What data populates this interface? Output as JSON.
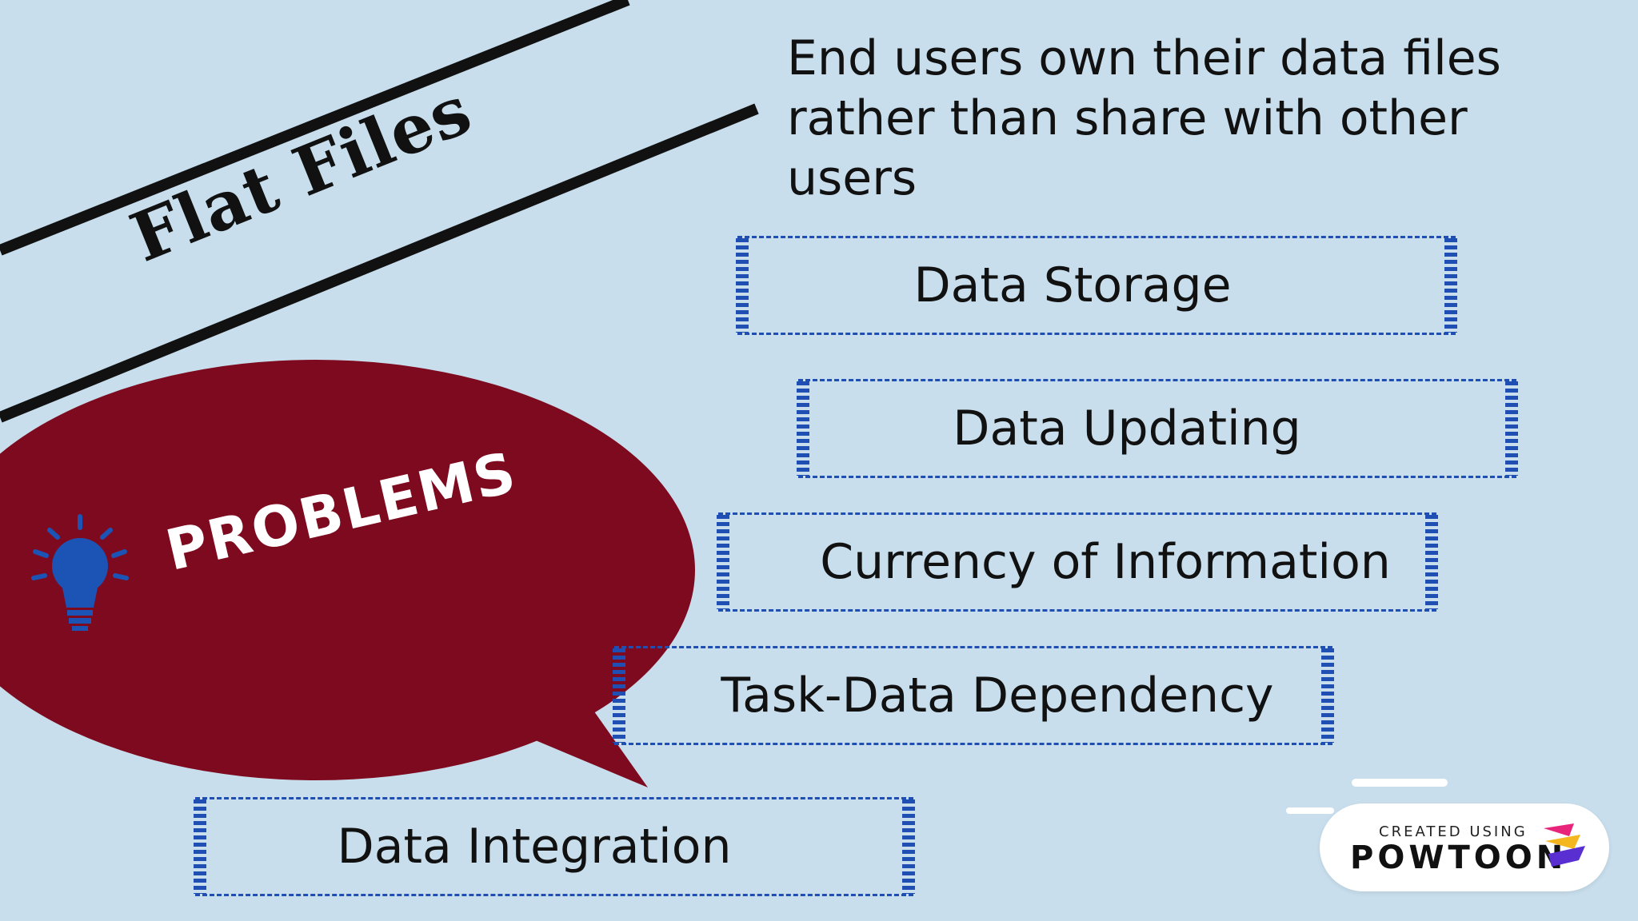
{
  "slide": {
    "title": "Flat Files",
    "headline_line1": "End users own their data files",
    "headline_line2": "rather than share with other users",
    "callout_label": "PROBLEMS",
    "items": [
      {
        "label": "Data Storage"
      },
      {
        "label": "Data Updating"
      },
      {
        "label": "Currency of Information"
      },
      {
        "label": "Task-Data Dependency"
      },
      {
        "label": "Data Integration"
      }
    ]
  },
  "watermark": {
    "small_text": "CREATED USING",
    "brand": "POWTOON"
  },
  "colors": {
    "background": "#c8deec",
    "speech_bubble": "#7e0a1f",
    "dashed_border": "#1f4fb3",
    "bulb_icon": "#1c54b5"
  },
  "icons": [
    "lightbulb-icon",
    "powtoon-logo-icon"
  ]
}
